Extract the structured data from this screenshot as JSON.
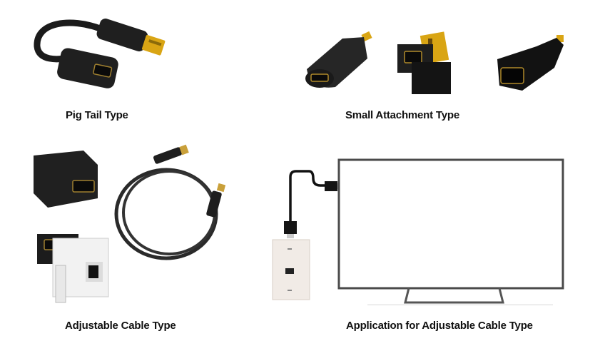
{
  "panels": [
    {
      "id": "pig-tail",
      "caption": "Pig Tail Type",
      "items": [
        "hdmi-pigtail-cable"
      ]
    },
    {
      "id": "small-attachment",
      "caption": "Small Attachment Type",
      "items": [
        "micro-hdmi-adapter-matte",
        "right-angle-hdmi-adapter",
        "micro-hdmi-adapter-glossy"
      ]
    },
    {
      "id": "adjustable-cable",
      "caption": "Adjustable Cable Type",
      "items": [
        "hdmi-coupler",
        "coiled-hdmi-cable",
        "wall-plate-hdmi-module"
      ]
    },
    {
      "id": "application",
      "caption": "Application for Adjustable Cable Type",
      "items": [
        "wall-plate",
        "hdmi-cable",
        "flat-screen-tv"
      ]
    }
  ],
  "colors": {
    "background": "#ffffff",
    "connector_black": "#1b1b1b",
    "gold": "#d9a514",
    "wallplate": "#f1ebe6",
    "tv_frame": "#555555"
  }
}
